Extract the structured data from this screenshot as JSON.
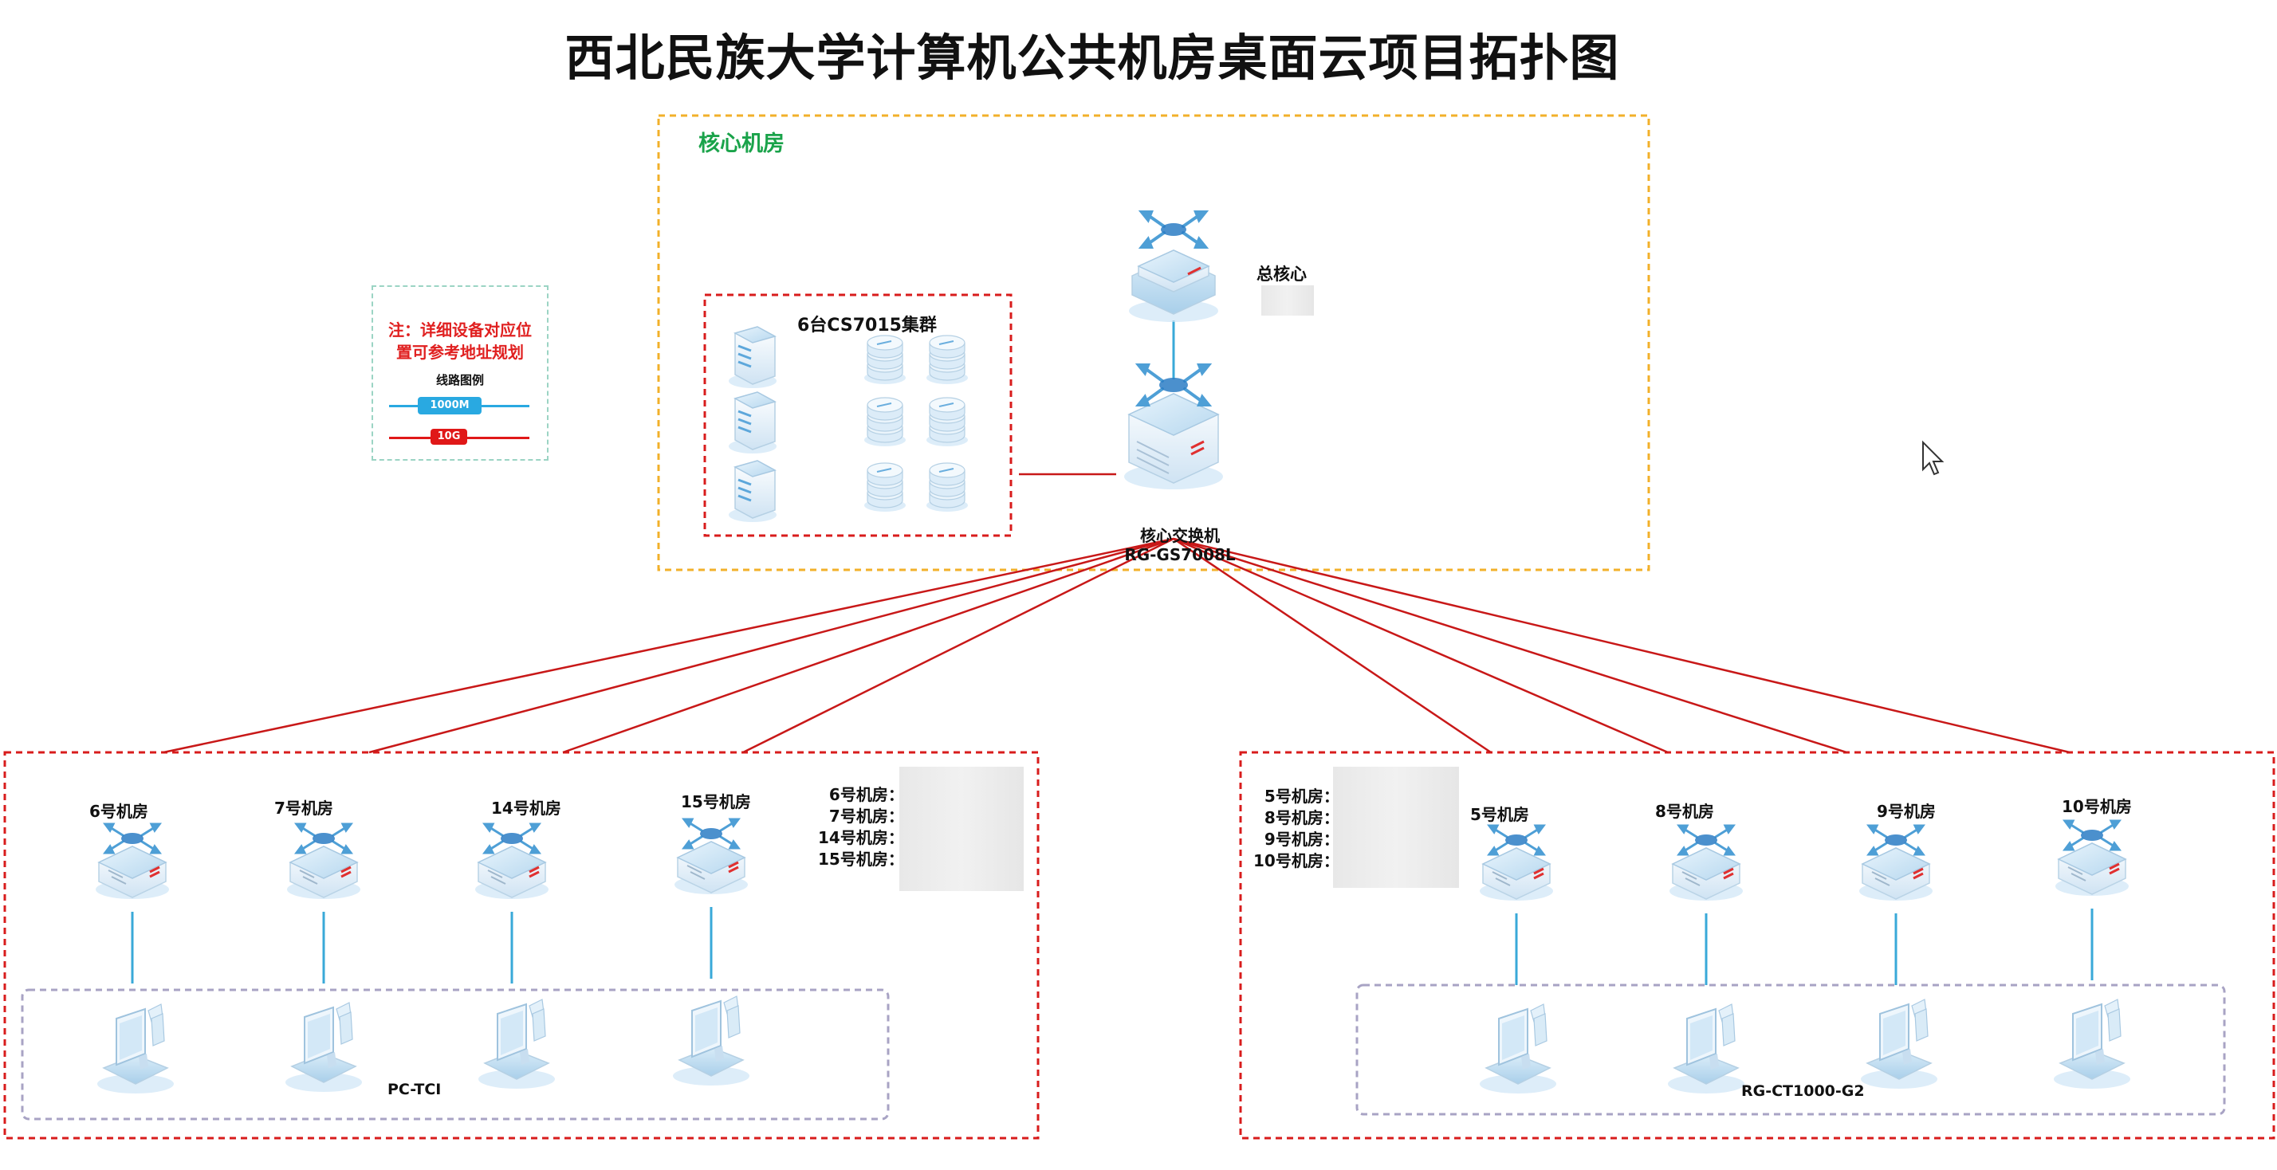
{
  "title": "西北民族大学计算机公共机房桌面云项目拓扑图",
  "core_room": {
    "label": "核心机房",
    "cluster_label": "6台CS7015集群",
    "total_core_label": "总核心",
    "core_switch_label": "核心交换机",
    "core_switch_model": "RG-GS7008L"
  },
  "legend": {
    "note_line1": "注：详细设备对应位",
    "note_line2": "置可参考地址规划",
    "title": "线路图例",
    "line_1000m": "1000M",
    "line_10g": "10G",
    "color_1000m": "#29a9e1",
    "color_10g": "#e01818"
  },
  "left_zone": {
    "rooms": [
      "6号机房",
      "7号机房",
      "14号机房",
      "15号机房"
    ],
    "address_labels": [
      "6号机房：",
      "7号机房：",
      "14号机房：",
      "15号机房："
    ],
    "terminal_type": "PC-TCI"
  },
  "right_zone": {
    "rooms": [
      "5号机房",
      "8号机房",
      "9号机房",
      "10号机房"
    ],
    "address_labels": [
      "5号机房：",
      "8号机房：",
      "9号机房：",
      "10号机房："
    ],
    "terminal_type": "RG-CT1000-G2"
  },
  "colors": {
    "core_room_border": "#f2b02a",
    "zone_border": "#d81c1c",
    "terminal_group_border": "#a8a3c4",
    "uplink": "#c81818",
    "access_link": "#39a9d8"
  }
}
